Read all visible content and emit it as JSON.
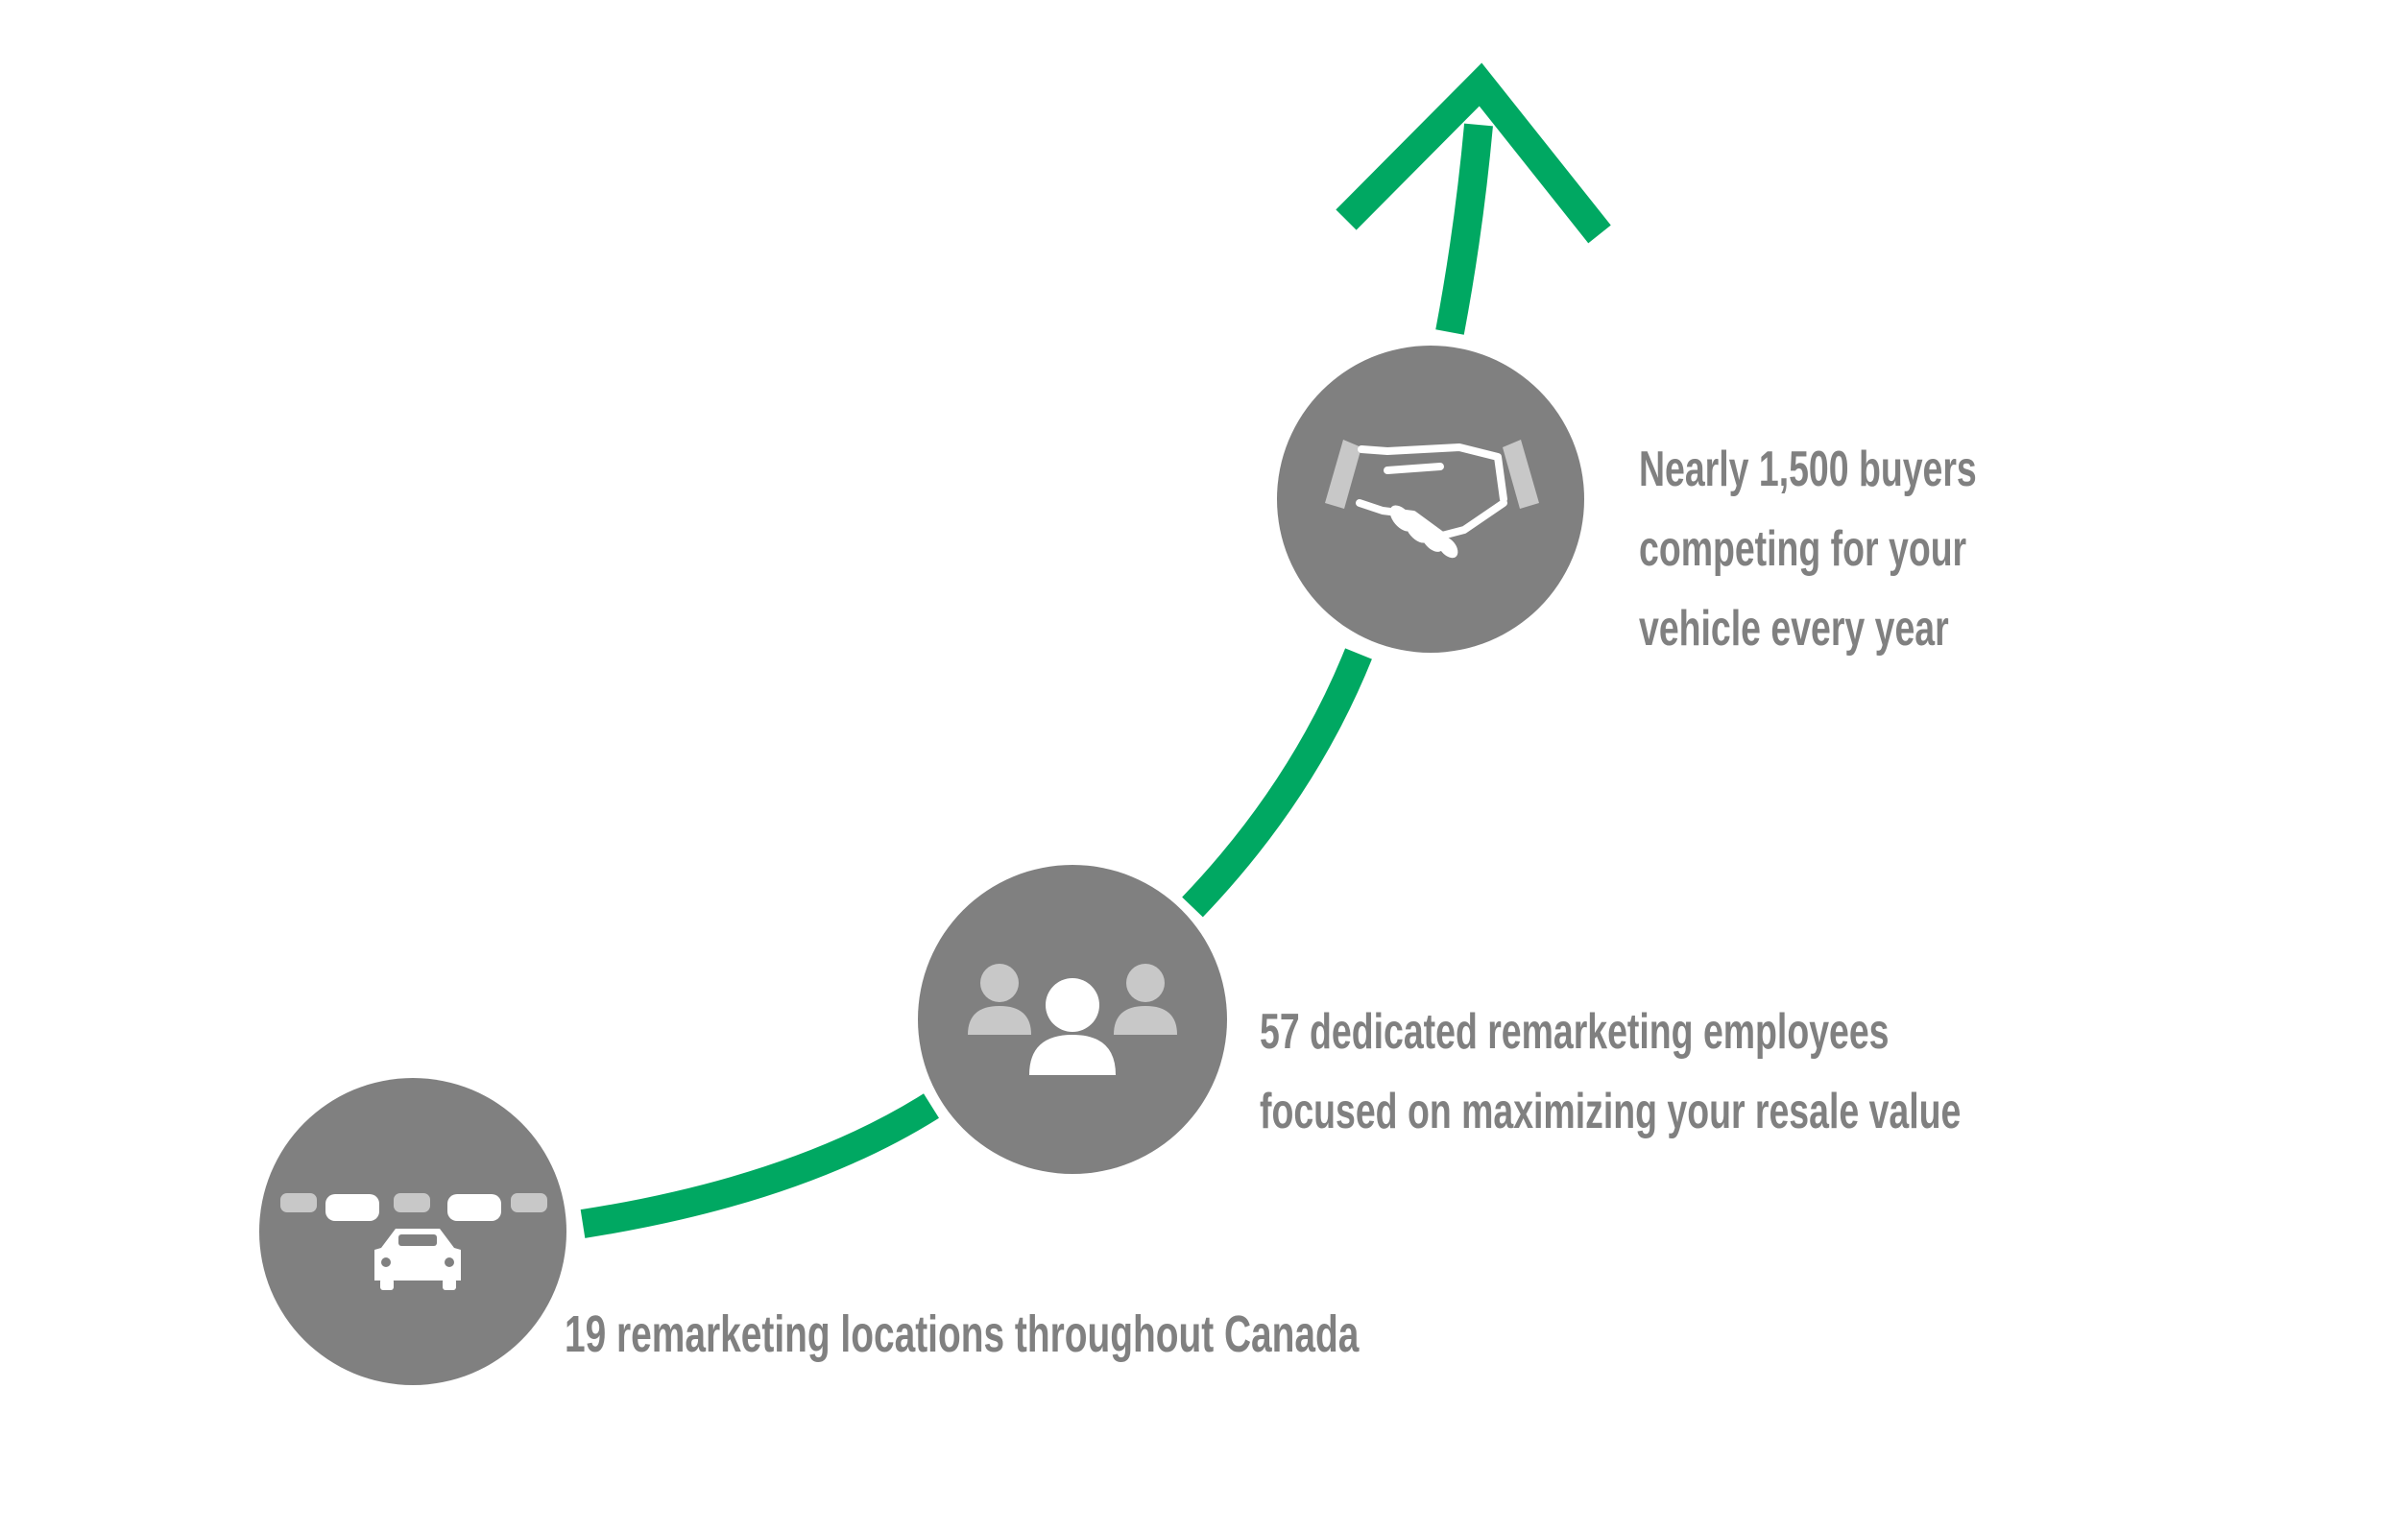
{
  "colors": {
    "path": "#00a862",
    "circle": "#808080",
    "icon_primary": "#ffffff",
    "icon_secondary": "#c8c8c8",
    "text": "#808080",
    "background": "#ffffff"
  },
  "steps": [
    {
      "icon": "cars-icon",
      "lines": [
        "19 remarketing locations throughout Canada"
      ]
    },
    {
      "icon": "people-icon",
      "lines": [
        "57 dedicated remarketing employees",
        "focused on maximizing your resale value"
      ]
    },
    {
      "icon": "handshake-icon",
      "lines": [
        "Nearly 1,500 buyers",
        "competing for your",
        "vehicle every year"
      ]
    }
  ]
}
